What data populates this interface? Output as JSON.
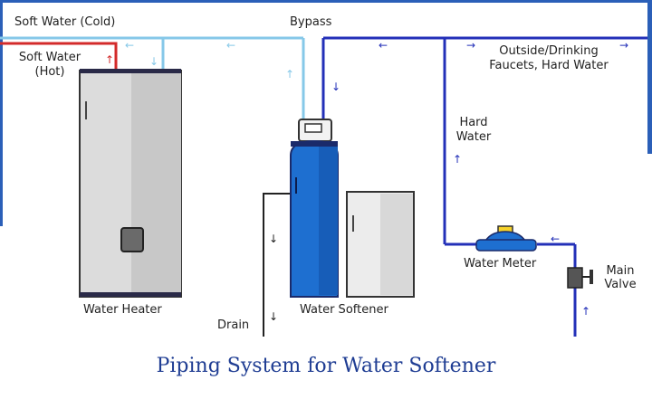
{
  "labels": {
    "soft_cold": "Soft Water (Cold)",
    "bypass": "Bypass",
    "soft_hot_line1": "Soft Water",
    "soft_hot_line2": "(Hot)",
    "outside_line1": "Outside/Drinking",
    "outside_line2": "Faucets, Hard Water",
    "hard_line1": "Hard",
    "hard_line2": "Water",
    "water_meter": "Water Meter",
    "main_line1": "Main",
    "main_line2": "Valve",
    "water_heater": "Water Heater",
    "drain": "Drain",
    "water_softener": "Water Softener"
  },
  "title": "Piping System for Water Softener",
  "colors": {
    "frame_blue": "#2b5fb8",
    "hard_pipe": "#2330b8",
    "soft_pipe": "#86c8e8",
    "hot_pipe": "#d32a2a",
    "tank_blue": "#1e6fd0",
    "title": "#1f3d93"
  },
  "icons": {
    "arrow_left": "←",
    "arrow_right": "→",
    "arrow_up": "↑",
    "arrow_down": "↓"
  }
}
